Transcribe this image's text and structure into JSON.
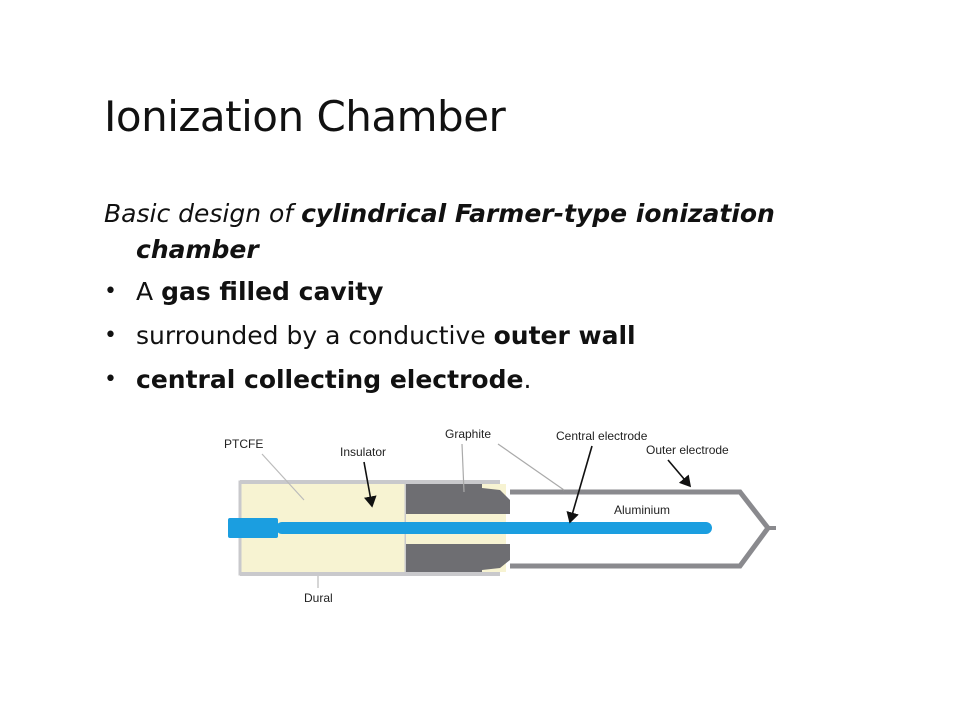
{
  "slide": {
    "title": "Ionization Chamber",
    "intro": {
      "lead": "Basic design of ",
      "emphasis": "cylindrical Farmer-type ionization",
      "emphasis_cont": "chamber"
    },
    "bullets": [
      {
        "prefix": "A ",
        "bold": "gas filled cavity",
        "suffix": ""
      },
      {
        "prefix": "surrounded by a conductive ",
        "bold": "outer wall",
        "suffix": ""
      },
      {
        "prefix": "",
        "bold": "central collecting electrode",
        "suffix": "."
      }
    ],
    "bullet_glyph": "•"
  },
  "diagram": {
    "labels": {
      "ptcfe": "PTCFE",
      "insulator": "Insulator",
      "graphite": "Graphite",
      "central_electrode": "Central electrode",
      "outer_electrode": "Outer electrode",
      "aluminium": "Aluminium",
      "dural": "Dural"
    },
    "colors": {
      "ptcfe_fill": "#f7f3d2",
      "graphite": "#6e6e72",
      "electrode": "#1b9ee0",
      "outer_wall": "#8a8a8e",
      "dural": "#c9c9cc"
    }
  }
}
